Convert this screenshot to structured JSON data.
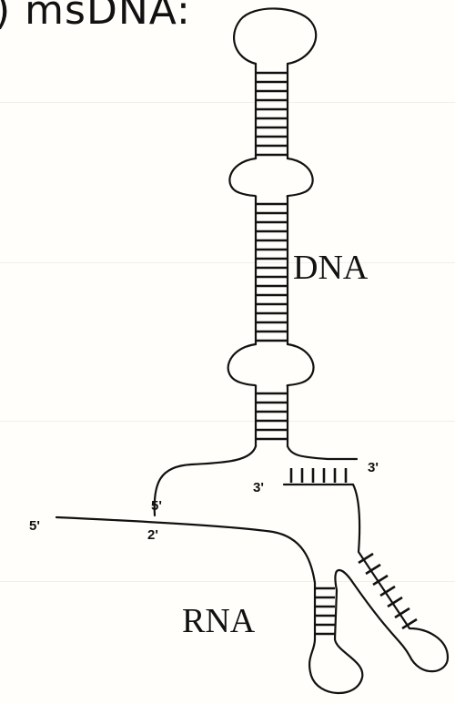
{
  "slide": {
    "title": ") msDNA:"
  },
  "diagram": {
    "labels": {
      "dna": "DNA",
      "rna": "RNA",
      "dna_3prime": "3'",
      "branch_3prime": "3'",
      "junction_5prime": "5'",
      "junction_2prime": "2'",
      "rna_5prime": "5'"
    }
  }
}
